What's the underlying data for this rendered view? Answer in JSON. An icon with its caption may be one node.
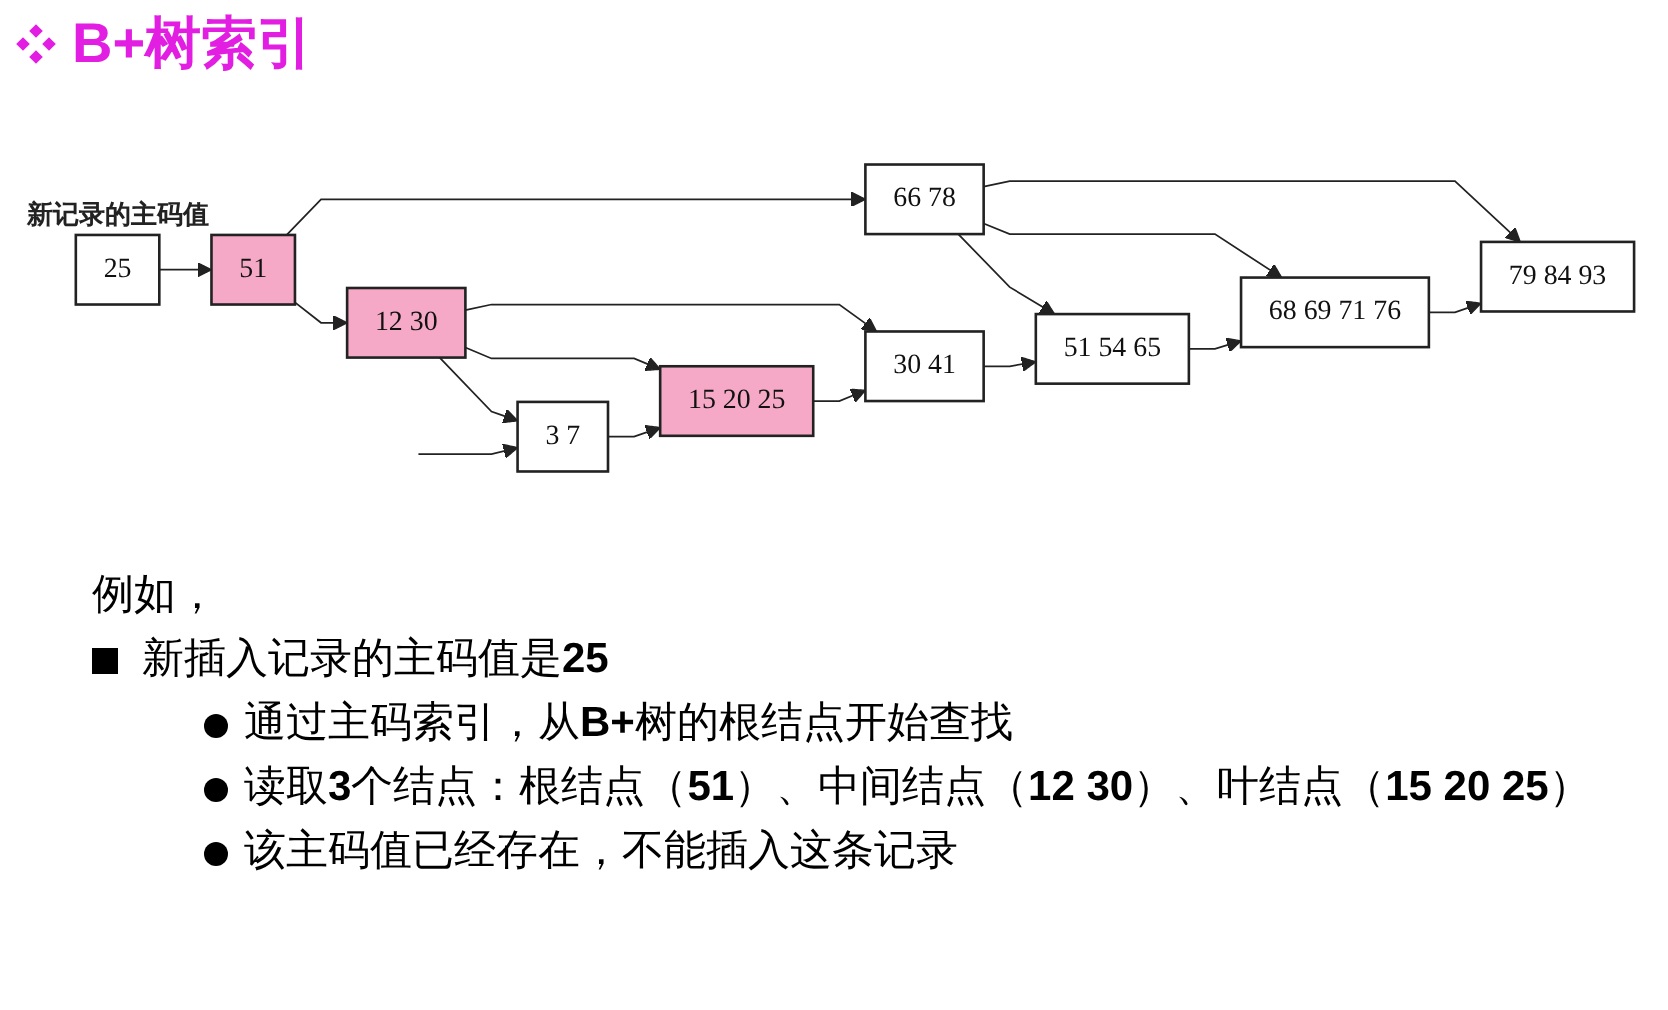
{
  "diagram": {
    "title": "B+树索引",
    "nodes": [
      {
        "text": [
          "25"
        ],
        "beside": [
          "新记录的主码值"
        ]
      },
      {
        "text": [
          "51"
        ]
      },
      {
        "text": [
          "12 30"
        ]
      },
      {
        "text": [
          "66 78"
        ]
      },
      {
        "text": [
          "3 7"
        ]
      },
      {
        "text": [
          "15 20 25"
        ]
      },
      {
        "text": [
          "30 41"
        ]
      },
      {
        "text": [
          "51 54 65"
        ]
      },
      {
        "text": [
          "68 69 71 76"
        ]
      },
      {
        "text": [
          "79 84 93"
        ]
      }
    ],
    "edges": [
      {
        "from": 0,
        "to": 1,
        "arrow": "to"
      },
      {
        "from": 1,
        "to": 2,
        "arrow": "to"
      },
      {
        "from": 1,
        "to": 3,
        "arrow": "to"
      },
      {
        "from": 2,
        "to": 4,
        "arrow": "to"
      },
      {
        "from": 2,
        "to": 5,
        "arrow": "to"
      },
      {
        "from": 2,
        "to": 6,
        "arrow": "to"
      },
      {
        "from": 3,
        "to": 7,
        "arrow": "to"
      },
      {
        "from": 3,
        "to": 8,
        "arrow": "to"
      },
      {
        "from": 3,
        "to": 9,
        "arrow": "to"
      },
      {
        "from": null,
        "to": 4,
        "arrow": "to"
      },
      {
        "from": 4,
        "to": 5,
        "arrow": "to"
      },
      {
        "from": 5,
        "to": 6,
        "arrow": "to"
      },
      {
        "from": 6,
        "to": 7,
        "arrow": "to"
      },
      {
        "from": 7,
        "to": 8,
        "arrow": "to"
      },
      {
        "from": 8,
        "to": 9,
        "arrow": "to"
      }
    ],
    "labels": [
      "例如，",
      "新插入记录的主码值是**25**",
      "通过主码索引，从**B+**树的根结点开始查找",
      "读取**3**个结点：根结点（**51**）、中间结点（**12 30**）、叶结点（**15 20 25**）",
      "该主码值已经存在，不能插入这条记录"
    ]
  }
}
